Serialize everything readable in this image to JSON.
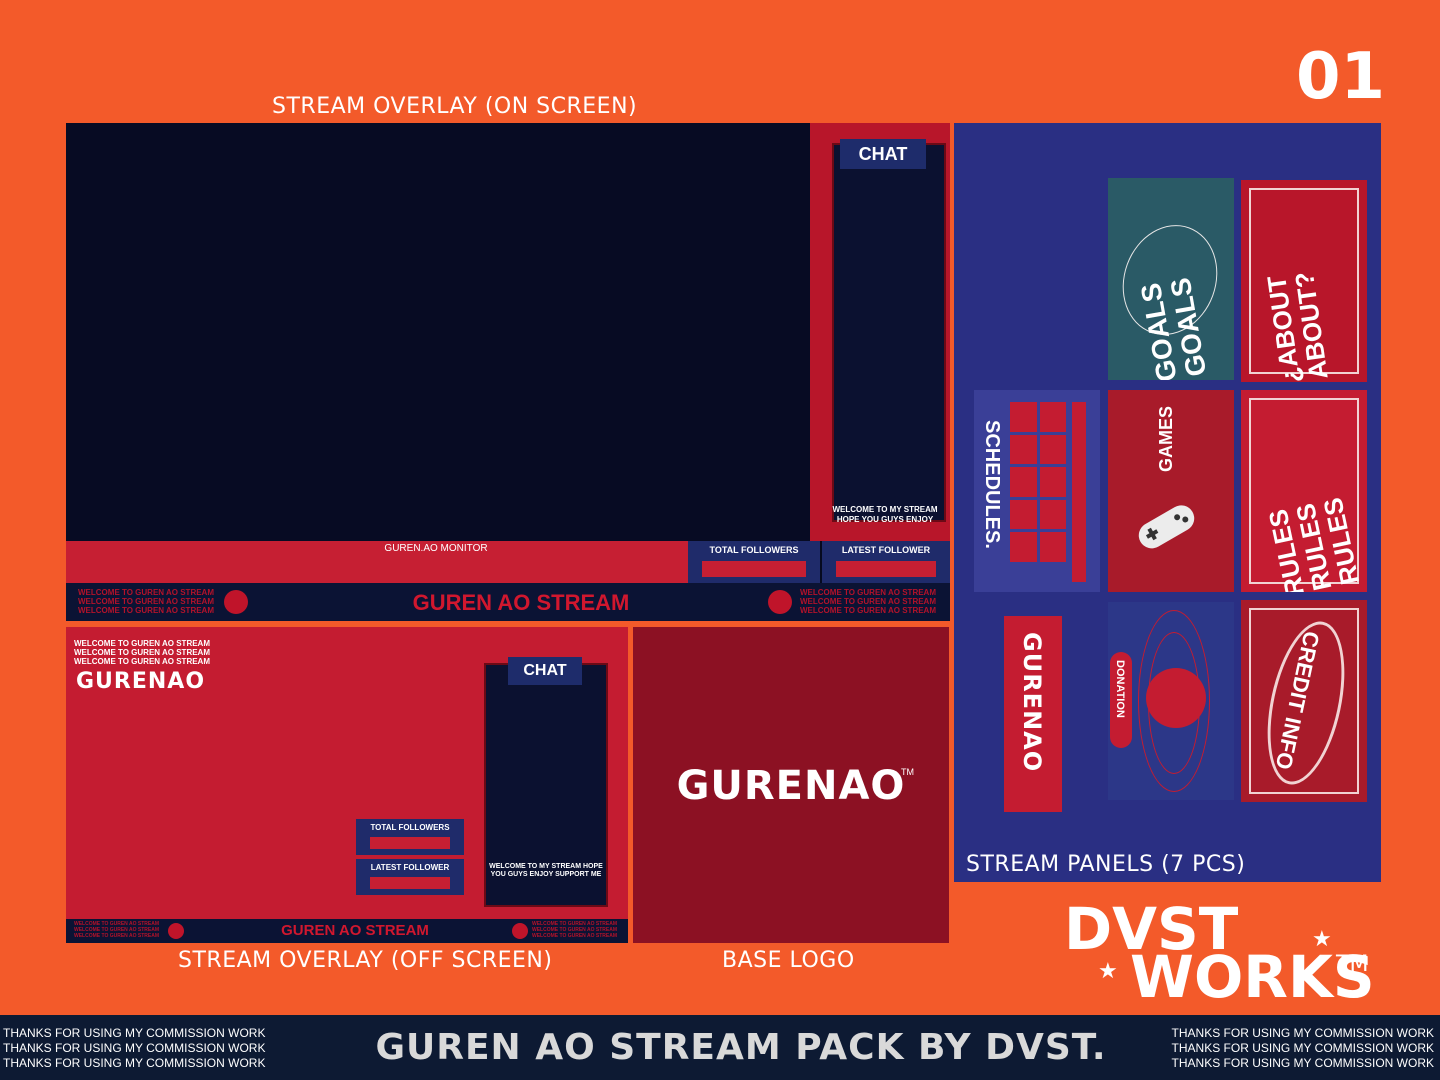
{
  "page_number": "01",
  "labels": {
    "on_screen": "STREAM OVERLAY (ON SCREEN)",
    "off_screen": "STREAM OVERLAY (OFF SCREEN)",
    "base_logo": "BASE LOGO",
    "panels": "STREAM PANELS (7 PCS)"
  },
  "overlay": {
    "chat": "CHAT",
    "chat_message_on": "WELCOME TO MY STREAM HOPE YOU GUYS ENJOY",
    "chat_message_off": "WELCOME TO MY STREAM HOPE YOU GUYS ENJOY SUPPORT ME",
    "monitor": "GUREN.AO MONITOR",
    "total_followers": "TOTAL FOLLOWERS",
    "latest_follower": "LATEST FOLLOWER",
    "stream_title": "GUREN AO STREAM",
    "ticker_line": "WELCOME TO GUREN AO STREAM",
    "brand": "GURENAO"
  },
  "base_logo": {
    "brand": "GURENAO",
    "tm": "TM"
  },
  "panels": {
    "goals": "GOALS GOALS",
    "about": "¿ABOUT ABOUT?",
    "schedules": "SCHEDULES.",
    "games": "GAMES",
    "rules": "RULES RULES RULES",
    "brand": "GURENAO",
    "donation": "DONATION",
    "credit": "CREDIT INFO"
  },
  "dvst": {
    "line1": "DVST",
    "line2": "WORKS",
    "tm": "TM"
  },
  "footer": {
    "thanks": "THANKS FOR USING MY COMMISSION WORK",
    "title": "GUREN AO STREAM PACK BY DVST."
  },
  "colors": {
    "background": "#f35a2a",
    "navy": "#1e2c6b",
    "red": "#c41c31",
    "dark": "#060a1f"
  }
}
